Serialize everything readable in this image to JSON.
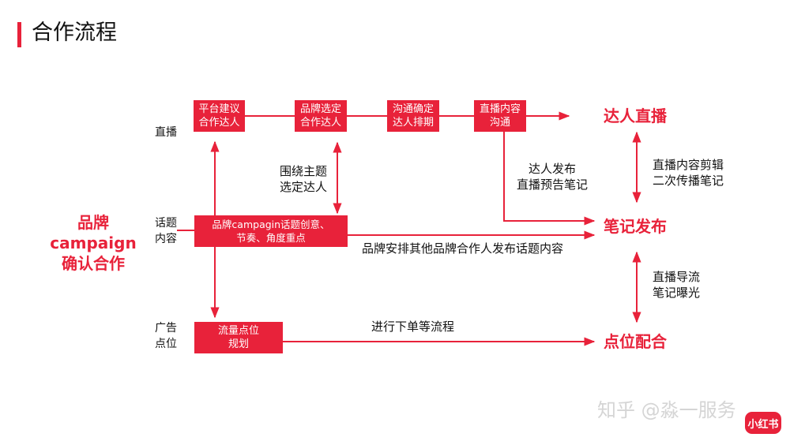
{
  "title": "合作流程",
  "left_label": [
    "品牌campaign",
    "确认合作"
  ],
  "row_labels": {
    "live": "直播",
    "topic": [
      "话题",
      "内容"
    ],
    "ad": [
      "广告",
      "点位"
    ]
  },
  "boxes": {
    "platform": [
      "平台建议",
      "合作达人"
    ],
    "brand_select": [
      "品牌选定",
      "合作达人"
    ],
    "confirm": [
      "沟通确定",
      "达人排期"
    ],
    "live_content": [
      "直播内容",
      "沟通"
    ],
    "campaign": [
      "品牌campagin话题创意、",
      "节奏、角度重点"
    ],
    "traffic": [
      "流量点位",
      "规划"
    ]
  },
  "outcomes": {
    "live": "达人直播",
    "note": "笔记发布",
    "slot": "点位配合"
  },
  "annotations": {
    "theme": [
      "围绕主题",
      "选定达人"
    ],
    "kol_publish": [
      "达人发布",
      "直播预告笔记"
    ],
    "brand_arrange": "品牌安排其他品牌合作人发布话题内容",
    "order": "进行下单等流程",
    "edit": [
      "直播内容剪辑",
      "二次传播笔记"
    ],
    "guide": [
      "直播导流",
      "笔记曝光"
    ]
  },
  "watermark": "知乎 @淼一服务",
  "logo_text": "小红书",
  "colors": {
    "accent": "#e8223a"
  }
}
